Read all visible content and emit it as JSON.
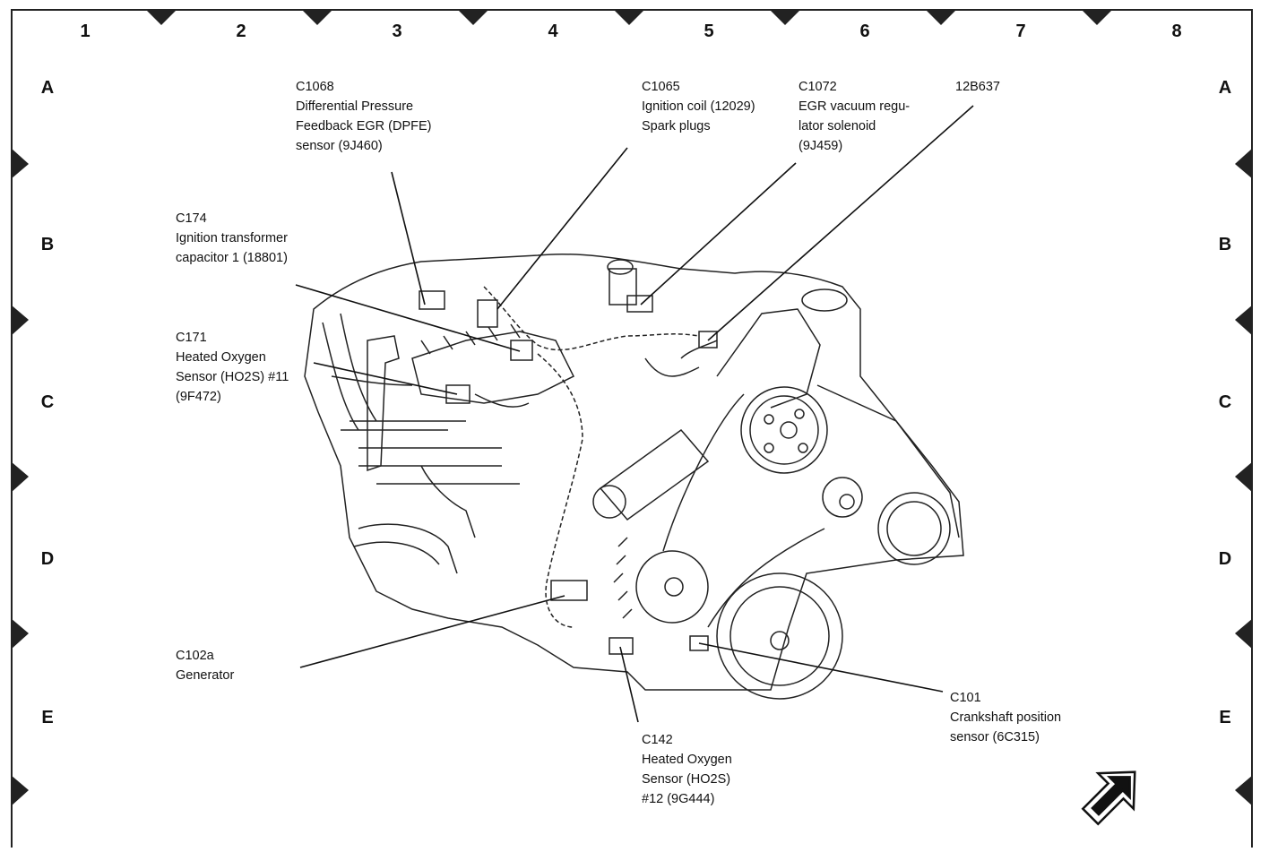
{
  "grid": {
    "columns": [
      "1",
      "2",
      "3",
      "4",
      "5",
      "6",
      "7",
      "8"
    ],
    "rows": [
      "A",
      "B",
      "C",
      "D",
      "E"
    ]
  },
  "callouts": {
    "c1068": "C1068\nDifferential Pressure\nFeedback EGR (DPFE)\nsensor (9J460)",
    "c1065": "C1065\nIgnition coil (12029)\nSpark plugs",
    "c1072": "C1072\nEGR vacuum regu-\nlator solenoid\n(9J459)",
    "b637": "12B637",
    "c174": "C174\nIgnition transformer\ncapacitor 1 (18801)",
    "c171": "C171\nHeated Oxygen\nSensor (HO2S) #11\n(9F472)",
    "c102a": "C102a\nGenerator",
    "c142": "C142\nHeated Oxygen\nSensor (HO2S)\n#12 (9G444)",
    "c101": "C101\nCrankshaft position\nsensor (6C315)"
  },
  "icons": [
    "front-of-vehicle-arrow-icon",
    "grid-marker-triangle-icon"
  ]
}
